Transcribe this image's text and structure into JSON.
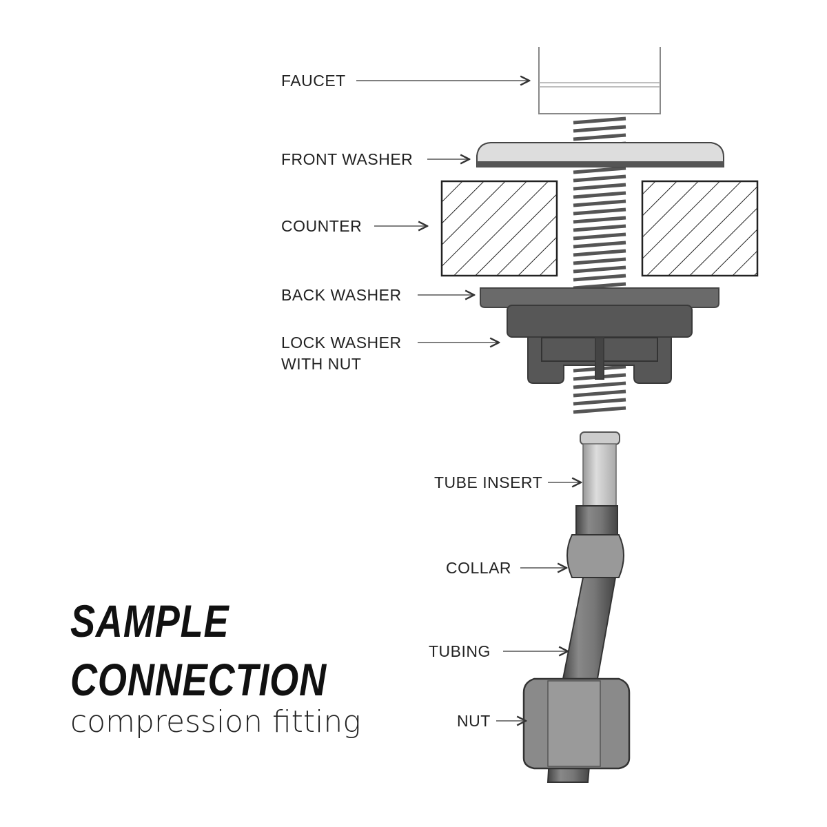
{
  "labels": {
    "faucet": "FAUCET",
    "front_washer": "FRONT WASHER",
    "counter": "COUNTER",
    "back_washer": "BACK WASHER",
    "lock_washer_line1": "LOCK WASHER",
    "lock_washer_line2": "WITH NUT",
    "tube_insert": "TUBE INSERT",
    "collar": "COLLAR",
    "tubing": "TUBING",
    "nut": "NUT"
  },
  "title": {
    "line1": "SAMPLE",
    "line2": "CONNECTION",
    "subtitle": "compression fitting"
  }
}
